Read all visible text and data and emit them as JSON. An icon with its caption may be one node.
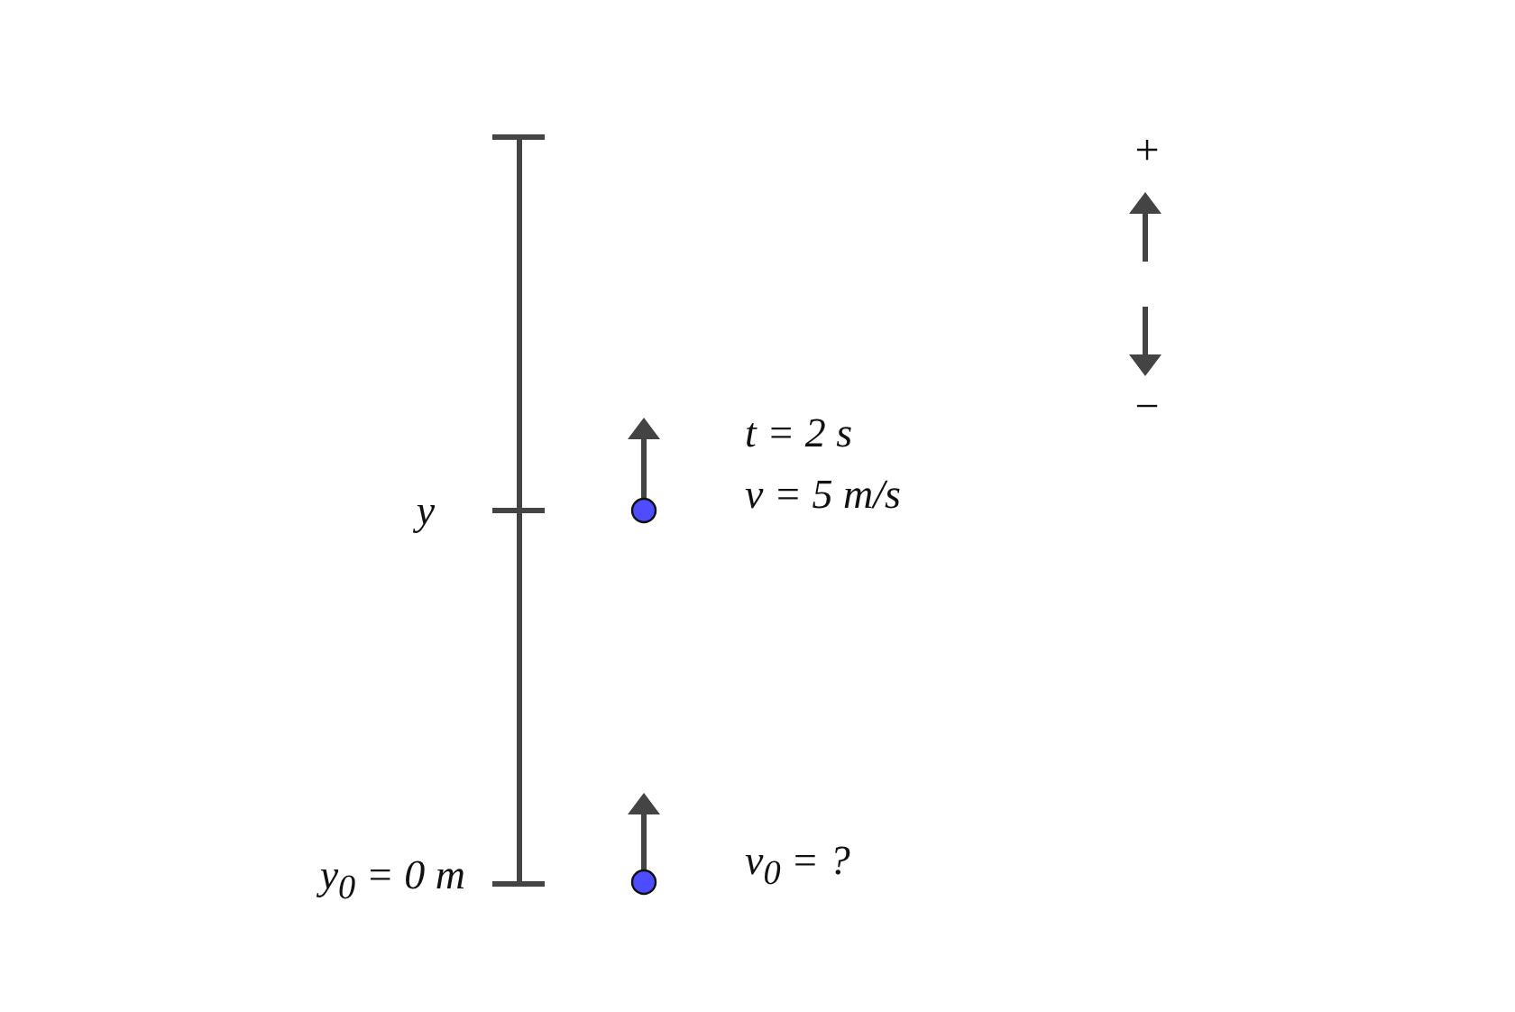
{
  "diagram": {
    "labels": [
      "+",
      "−",
      "t = 2 s",
      "y",
      "v = 5 m/s",
      "y$_{0}$ = 0 m",
      "v$_{0}$ = ?"
    ]
  }
}
